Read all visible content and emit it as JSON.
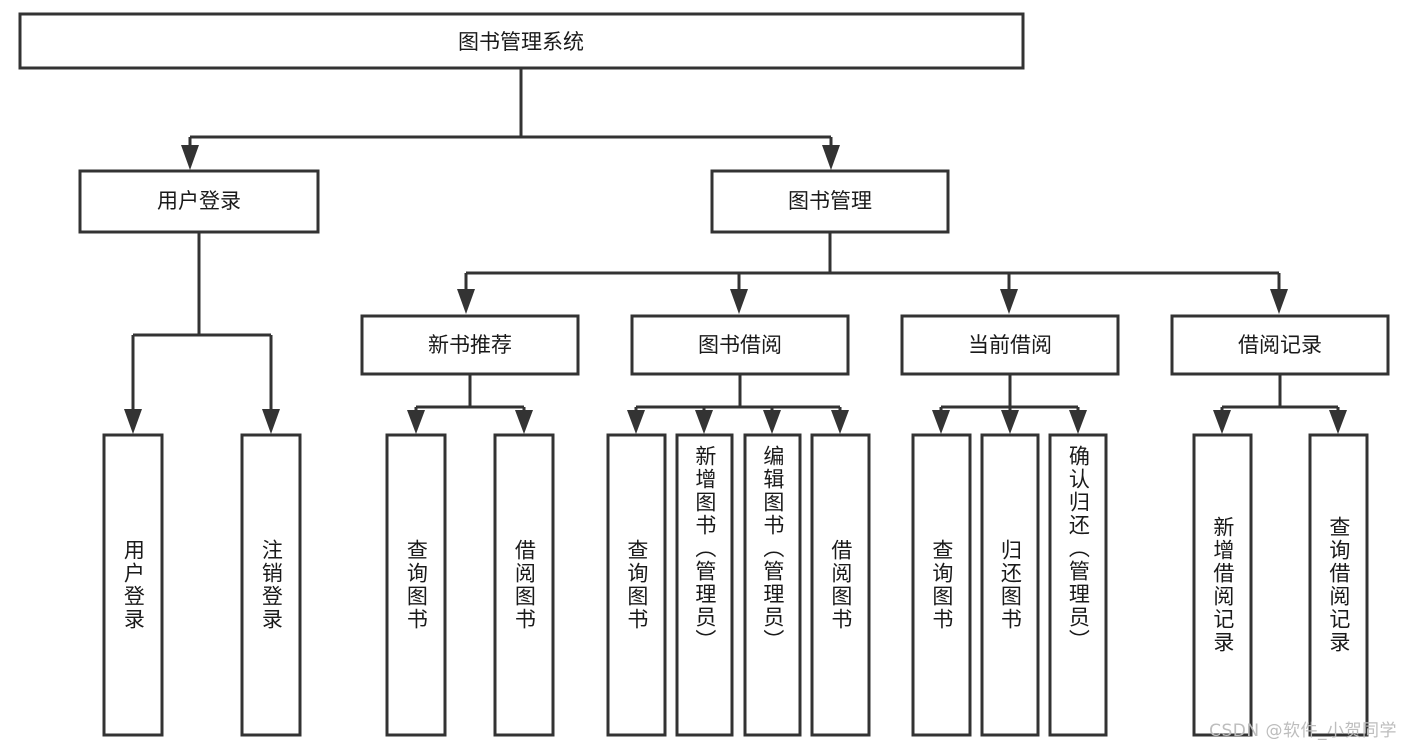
{
  "diagram": {
    "type": "tree-hierarchy-chart",
    "title": "图书管理系统",
    "watermark": "CSDN @软件_小贺同学",
    "colors": {
      "box_stroke": "#333333",
      "box_fill": "#ffffff",
      "text": "#1a1a1a",
      "watermark": "#bdbdbd",
      "background": "#ffffff"
    },
    "root": {
      "label": "图书管理系统"
    },
    "level2": [
      {
        "label": "用户登录"
      },
      {
        "label": "图书管理"
      }
    ],
    "level3": [
      {
        "label": "新书推荐"
      },
      {
        "label": "图书借阅"
      },
      {
        "label": "当前借阅"
      },
      {
        "label": "借阅记录"
      }
    ],
    "leaves": {
      "user_login": [
        {
          "label": "用户登录"
        },
        {
          "label": "注销登录"
        }
      ],
      "new_book": [
        {
          "label": "查询图书"
        },
        {
          "label": "借阅图书"
        }
      ],
      "book_borrow": [
        {
          "label": "查询图书"
        },
        {
          "label": "新增图书（管理员）"
        },
        {
          "label": "编辑图书（管理员）"
        },
        {
          "label": "借阅图书"
        }
      ],
      "current_borrow": [
        {
          "label": "查询图书"
        },
        {
          "label": "归还图书"
        },
        {
          "label": "确认归还（管理员）"
        }
      ],
      "borrow_record": [
        {
          "label": "新增借阅记录"
        },
        {
          "label": "查询借阅记录"
        }
      ]
    }
  }
}
